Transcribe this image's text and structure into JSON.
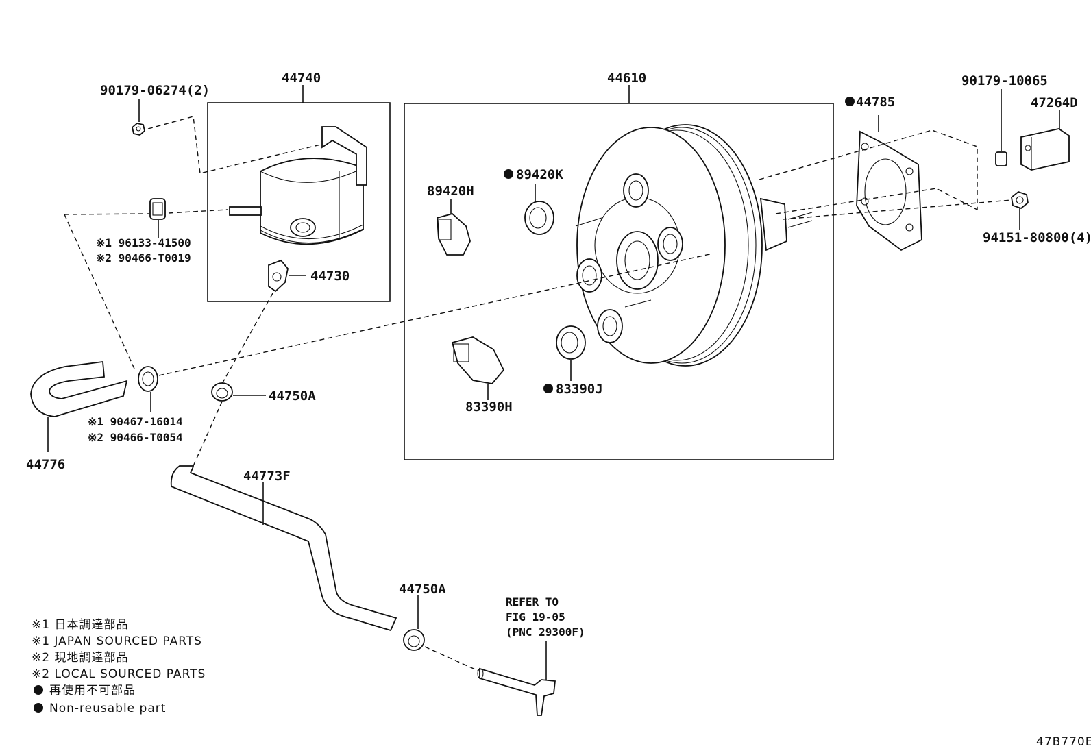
{
  "labels": {
    "p_90179_06274": "90179-06274(2)",
    "p_44740": "44740",
    "p_44610": "44610",
    "p_44785": "44785",
    "p_90179_10065": "90179-10065",
    "p_47264D": "47264D",
    "p_94151_80800": "94151-80800(4)",
    "p_89420H": "89420H",
    "p_89420K": "89420K",
    "p_96133": "※1 96133-41500",
    "p_90466_T0019": "※2 90466-T0019",
    "p_44730": "44730",
    "p_44750A_1": "44750A",
    "p_90467": "※1 90467-16014",
    "p_90466_T0054": "※2 90466-T0054",
    "p_44776": "44776",
    "p_83390H": "83390H",
    "p_83390J": "83390J",
    "p_44773F": "44773F",
    "p_44750A_2": "44750A",
    "refer_1": "REFER TO",
    "refer_2": "FIG 19-05",
    "refer_3": "(PNC 29300F)",
    "figure_code": "47B770E"
  },
  "legend": [
    "※1 日本調達部品",
    "※1 JAPAN SOURCED PARTS",
    "※2 現地調達部品",
    "※2 LOCAL SOURCED PARTS",
    "再使用不可部品",
    "Non-reusable part"
  ]
}
